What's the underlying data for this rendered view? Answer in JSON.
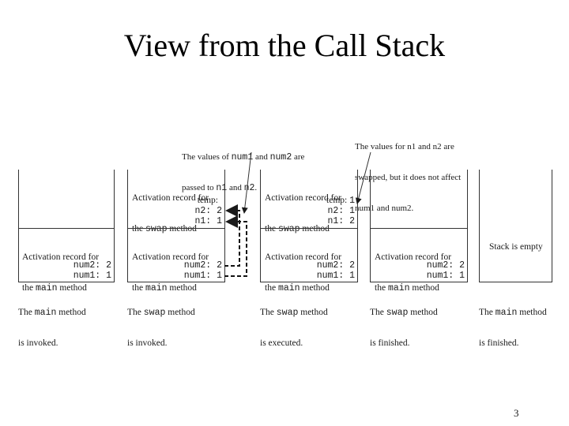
{
  "slide": {
    "title": "View from the Call Stack",
    "page_number": "3"
  },
  "notes": {
    "left_line1_a": "The values of ",
    "left_line1_b": "num1",
    "left_line1_c": " and ",
    "left_line1_d": "num2",
    "left_line1_e": " are",
    "left_line2_a": "passed to ",
    "left_line2_b": "n1",
    "left_line2_c": " and ",
    "left_line2_d": "n2",
    "left_line2_e": ".",
    "right_line1": "The values for n1 and n2 are",
    "right_line2": "swapped, but it does not affect",
    "right_line3": "num1 and num2."
  },
  "frames": [
    {
      "main_line1": "Activation record for",
      "main_line2_a": "the ",
      "main_line2_b": "main",
      "main_line2_c": " method",
      "num2": "num2: 2",
      "num1": "num1: 1",
      "caption1_a": "The ",
      "caption1_b": "main",
      "caption1_c": " method",
      "caption2": "is invoked."
    },
    {
      "swap_line1": "Activation record for",
      "swap_line2_a": "the ",
      "swap_line2_b": "swap",
      "swap_line2_c": " method",
      "temp": "temp:",
      "n2": "n2: 2",
      "n1": "n1: 1",
      "main_line1": "Activation record for",
      "main_line2_a": "the ",
      "main_line2_b": "main",
      "main_line2_c": " method",
      "num2": "num2: 2",
      "num1": "num1: 1",
      "caption1_a": "The ",
      "caption1_b": "swap",
      "caption1_c": " method",
      "caption2": "is invoked."
    },
    {
      "swap_line1": "Activation record for",
      "swap_line2_a": "the ",
      "swap_line2_b": "swap",
      "swap_line2_c": " method",
      "temp_label": "temp: ",
      "temp_value": "1",
      "n2": "n2: 1",
      "n1": "n1: 2",
      "main_line1": "Activation record for",
      "main_line2_a": "the ",
      "main_line2_b": "main",
      "main_line2_c": " method",
      "num2": "num2: 2",
      "num1": "num1: 1",
      "caption1_a": "The ",
      "caption1_b": "swap",
      "caption1_c": " method",
      "caption2": "is executed."
    },
    {
      "main_line1": "Activation record for",
      "main_line2_a": "the ",
      "main_line2_b": "main",
      "main_line2_c": " method",
      "num2": "num2: 2",
      "num1": "num1: 1",
      "caption1_a": "The ",
      "caption1_b": "swap",
      "caption1_c": " method",
      "caption2": "is finished."
    },
    {
      "empty_label": "Stack is empty",
      "caption1_a": "The ",
      "caption1_b": "main",
      "caption1_c": " method",
      "caption2": "is finished."
    }
  ]
}
